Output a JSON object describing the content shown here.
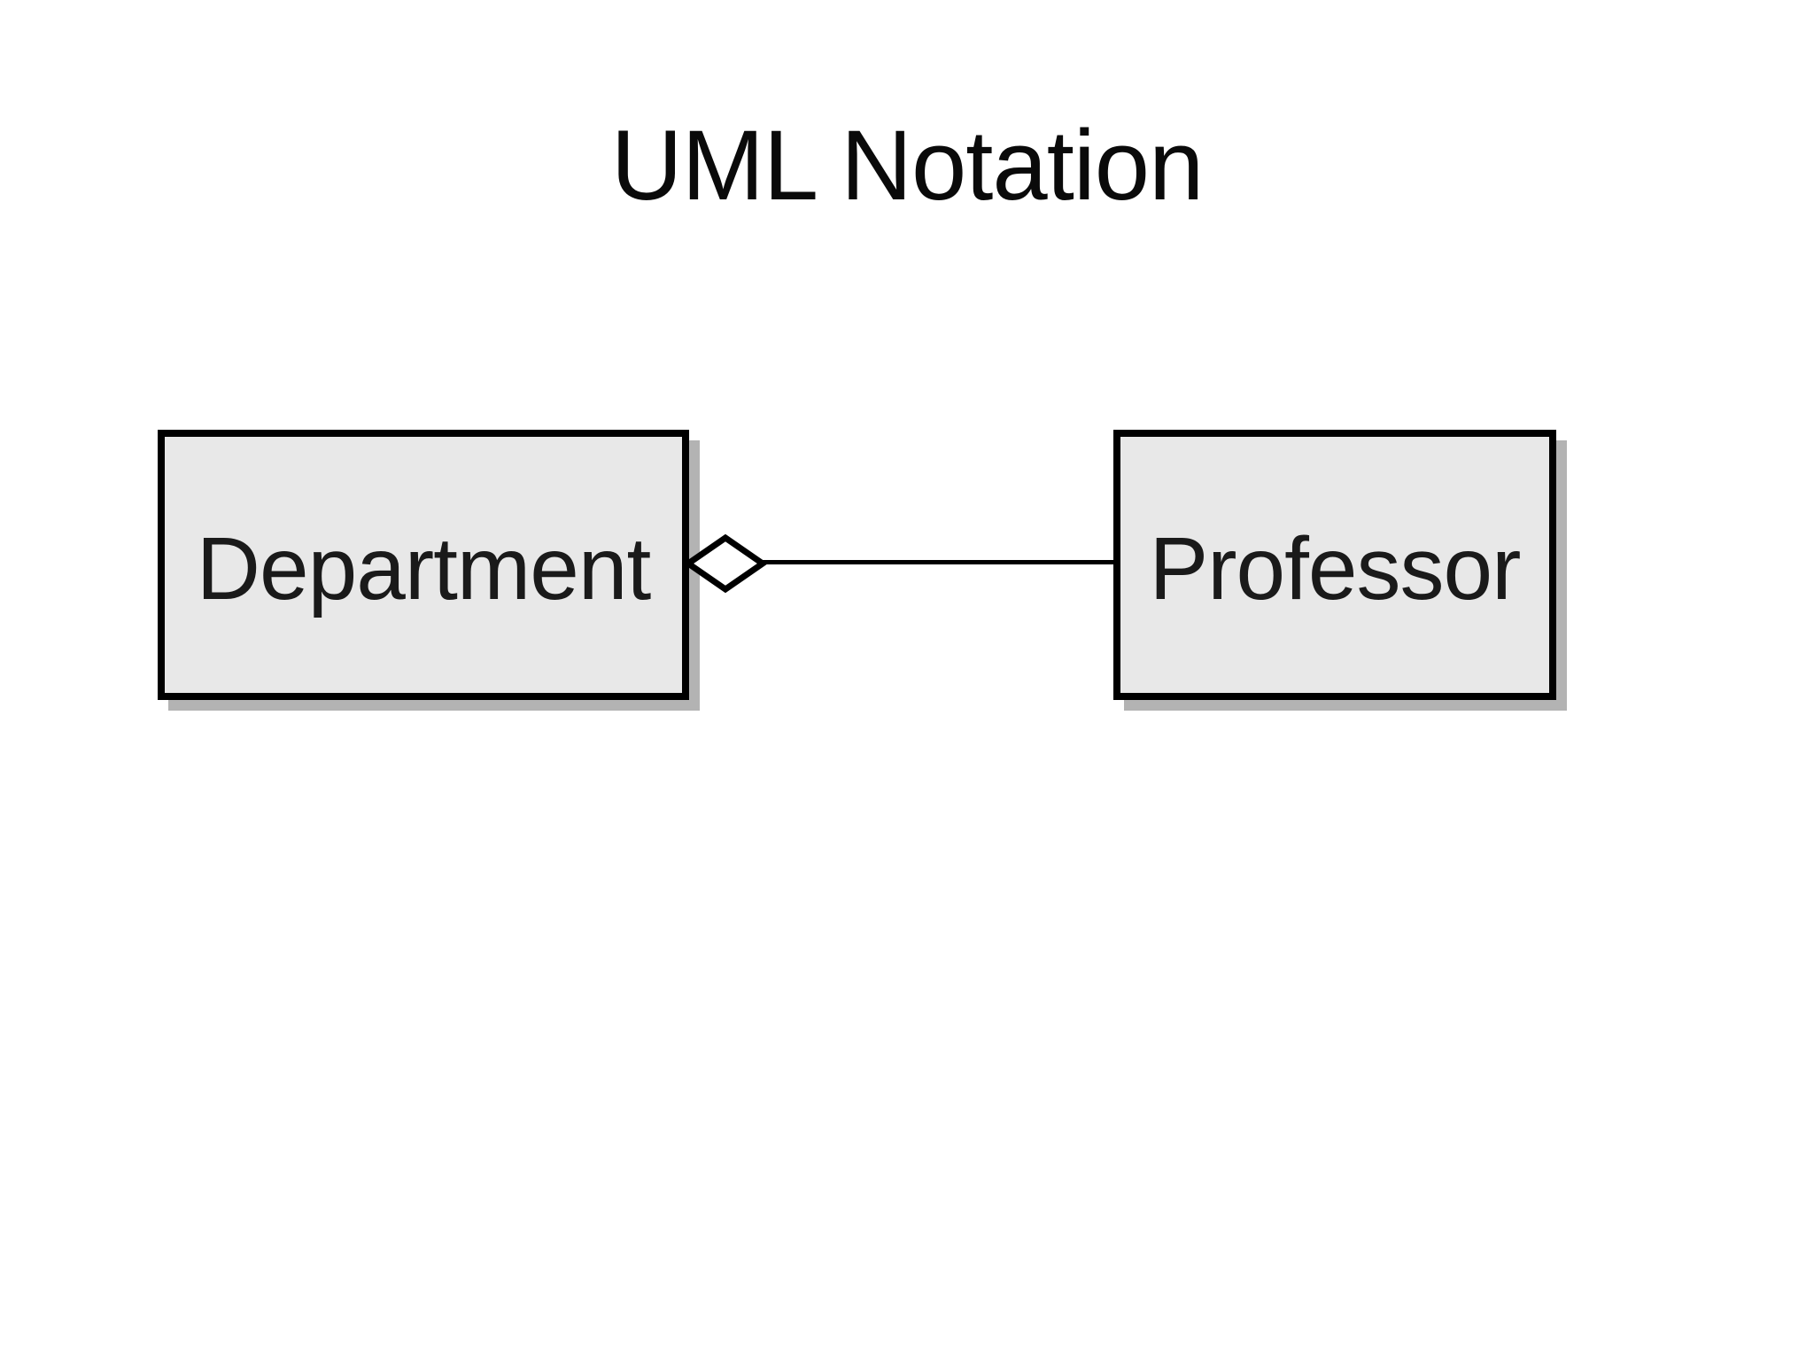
{
  "title": "UML Notation",
  "diagram": {
    "classes": [
      {
        "name": "Department"
      },
      {
        "name": "Professor"
      }
    ],
    "relationship": {
      "from": "Department",
      "to": "Professor",
      "diamond_style": "hollow",
      "diamond_at": "Department"
    }
  },
  "colors": {
    "background": "#ffffff",
    "box_fill": "#e8e8e8",
    "box_border": "#000000",
    "box_shadow": "#b3b3b3",
    "text": "#1a1a1a",
    "line": "#000000",
    "diamond_fill": "#ffffff",
    "diamond_border": "#000000"
  }
}
